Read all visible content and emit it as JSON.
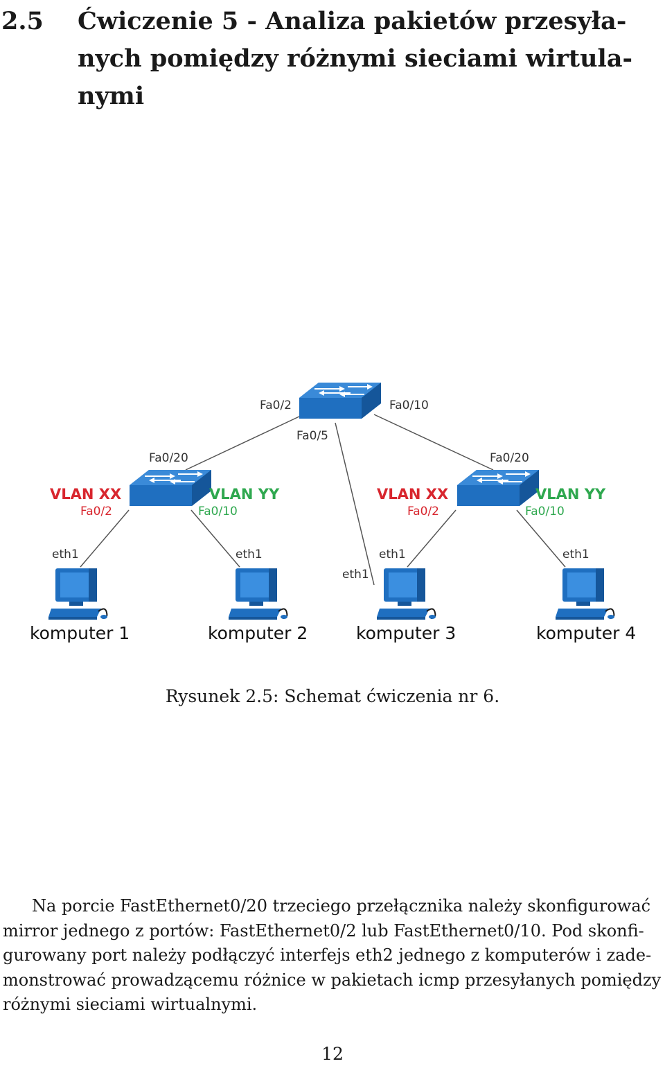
{
  "section": {
    "number": "2.5",
    "title_lines": [
      "Ćwiczenie 5 - Analiza pakietów przesyła-",
      "nych pomiędzy różnymi sieciami wirtula-",
      "nymi"
    ]
  },
  "diagram": {
    "switches": {
      "core": {
        "icon": "switch-icon",
        "ports": {
          "left": "Fa0/2",
          "center": "Fa0/5",
          "right": "Fa0/10"
        }
      },
      "left": {
        "icon": "switch-icon",
        "uplink": "Fa0/20",
        "vlan_a": "VLAN XX",
        "vlan_a_port": "Fa0/2",
        "vlan_b": "VLAN YY",
        "vlan_b_port": "Fa0/10"
      },
      "right": {
        "icon": "switch-icon",
        "uplink": "Fa0/20",
        "vlan_a": "VLAN XX",
        "vlan_a_port": "Fa0/2",
        "vlan_b": "VLAN YY",
        "vlan_b_port": "Fa0/10"
      }
    },
    "computers": [
      {
        "label": "komputer 1",
        "iface": "eth1",
        "icon": "computer-icon"
      },
      {
        "label": "komputer 2",
        "iface": "eth1",
        "icon": "computer-icon"
      },
      {
        "label": "komputer 3",
        "iface": "eth1",
        "iface_core": "eth1",
        "icon": "computer-icon"
      },
      {
        "label": "komputer 4",
        "iface": "eth1",
        "icon": "computer-icon"
      }
    ],
    "colors": {
      "switch": "#1f6fc0",
      "vlan_label": "#d8262e",
      "vlan_label_alt": "#2fa84f",
      "computer": "#1f6fc0"
    }
  },
  "caption": "Rysunek 2.5: Schemat ćwiczenia nr 6.",
  "paragraph_lines": [
    "Na porcie FastEthernet0/20 trzeciego przełącznika należy skonfigurować",
    "mirror jednego z portów: FastEthernet0/2 lub FastEthernet0/10. Pod skonfi-",
    "gurowany port należy podłączyć interfejs eth2 jednego z komputerów i zade-",
    "monstrować prowadzącemu różnice w pakietach icmp przesyłanych pomiędzy",
    "różnymi sieciami wirtualnymi."
  ],
  "page_number": "12"
}
